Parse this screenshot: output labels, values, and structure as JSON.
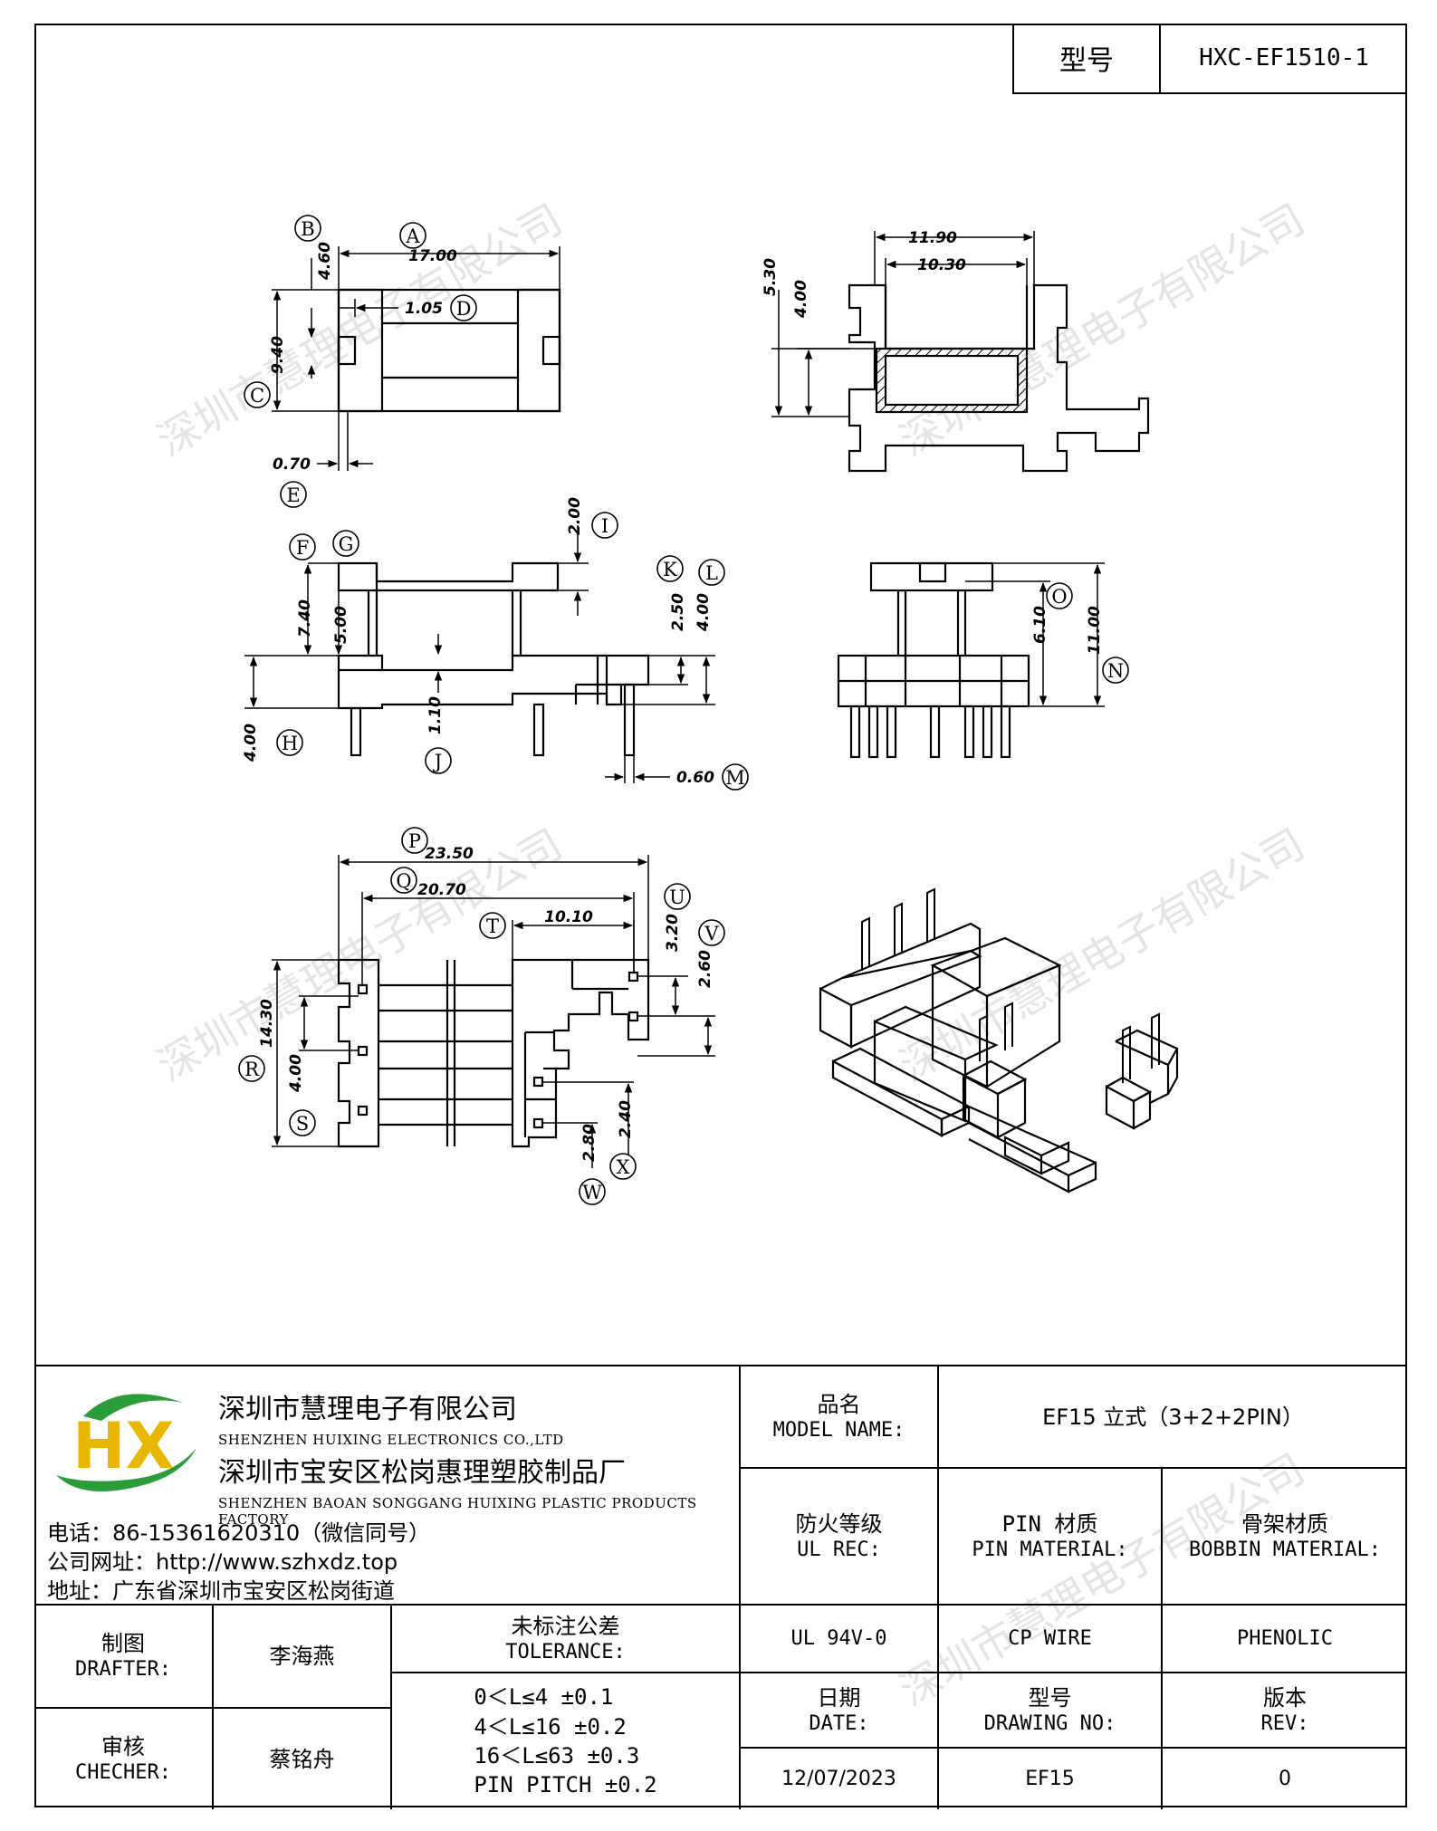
{
  "header": {
    "model_label": "型号",
    "model_value": "HXC-EF1510-1"
  },
  "watermark": "深圳市慧理电子有限公司",
  "views": {
    "top_left": {
      "A": "17.00",
      "B": "4.60",
      "C": "9.40",
      "D": "1.05",
      "E": "0.70"
    },
    "top_right": {
      "d1": "11.90",
      "d2": "10.30",
      "d3": "5.30",
      "d4": "4.00"
    },
    "front": {
      "F": "7.40",
      "G": "5.00",
      "H": "4.00",
      "I": "2.00",
      "J": "1.10",
      "K": "2.50",
      "L": "4.00",
      "M": "0.60"
    },
    "side": {
      "O": "6.10",
      "N": "11.00"
    },
    "bottom": {
      "P": "23.50",
      "Q": "20.70",
      "R": "14.30",
      "S": "4.00",
      "T": "10.10",
      "U": "3.20",
      "V": "2.60",
      "W": "2.80",
      "X": "2.40"
    }
  },
  "callouts": {
    "A": "A",
    "B": "B",
    "C": "C",
    "D": "D",
    "E": "E",
    "F": "F",
    "G": "G",
    "H": "H",
    "I": "I",
    "J": "J",
    "K": "K",
    "L": "L",
    "M": "M",
    "N": "N",
    "O": "O",
    "P": "P",
    "Q": "Q",
    "R": "R",
    "S": "S",
    "T": "T",
    "U": "U",
    "V": "V",
    "W": "W",
    "X": "X"
  },
  "title_block": {
    "company_cn": "深圳市慧理电子有限公司",
    "company_en": "SHENZHEN HUIXING ELECTRONICS CO.,LTD",
    "factory_cn": "深圳市宝安区松岗惠理塑胶制品厂",
    "factory_en": "SHENZHEN BAOAN SONGGANG HUIXING PLASTIC PRODUCTS FACTORY",
    "phone": "电话：86-15361620310（微信同号）",
    "website": "公司网址：http://www.szhxdz.top",
    "address": "地址：广东省深圳市宝安区松岗街道",
    "logo_text": "HX",
    "product_name_label_cn": "品名",
    "product_name_label_en": "MODEL NAME:",
    "product_name_value": "EF15 立式（3+2+2PIN）",
    "ul_label_cn": "防火等级",
    "ul_label_en": "UL REC:",
    "pin_label_cn": "PIN 材质",
    "pin_label_en": "PIN MATERIAL:",
    "bobbin_label_cn": "骨架材质",
    "bobbin_label_en": "BOBBIN MATERIAL:",
    "ul_value": "UL 94V-0",
    "pin_value": "CP WIRE",
    "bobbin_value": "PHENOLIC",
    "drafter_label_cn": "制图",
    "drafter_label_en": "DRAFTER:",
    "drafter_name": "李海燕",
    "checker_label_cn": "审核",
    "checker_label_en": "CHECHER:",
    "checker_name": "蔡铭舟",
    "tolerance_label_cn": "未标注公差",
    "tolerance_label_en": "TOLERANCE:",
    "tolerances": [
      "0＜L≤4  ±0.1",
      "4＜L≤16 ±0.2",
      "16＜L≤63 ±0.3",
      "PIN PITCH ±0.2"
    ],
    "date_label_cn": "日期",
    "date_label_en": "DATE:",
    "date_value": "12/07/2023",
    "drawing_no_label_cn": "型号",
    "drawing_no_label_en": "DRAWING NO:",
    "drawing_no_value": "EF15",
    "rev_label_cn": "版本",
    "rev_label_en": "REV:",
    "rev_value": "0"
  }
}
